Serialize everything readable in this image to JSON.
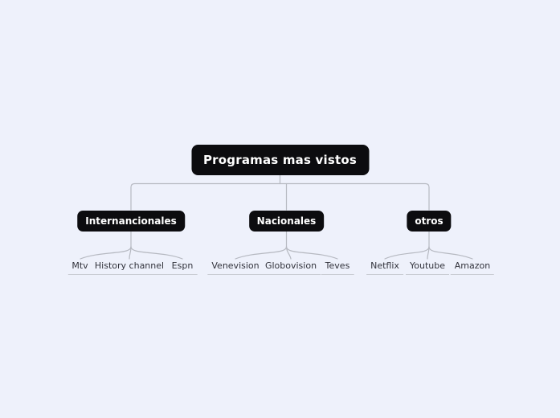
{
  "theme": {
    "background": "#eef1fb",
    "node_fill": "#0c0c0f",
    "node_text": "#ffffff",
    "connector_color": "#b6b9c1",
    "leaf_underline_color": "#c9ccd3",
    "leaf_text_color": "#31323b"
  },
  "mindmap": {
    "root": {
      "label": "Programas mas vistos"
    },
    "branches": [
      {
        "label": "Internancionales",
        "children": [
          "Mtv",
          "History channel",
          "Espn"
        ]
      },
      {
        "label": "Nacionales",
        "children": [
          "Venevision",
          "Globovision",
          "Teves"
        ]
      },
      {
        "label": "otros",
        "children": [
          "Netflix",
          "Youtube",
          "Amazon"
        ]
      }
    ]
  }
}
